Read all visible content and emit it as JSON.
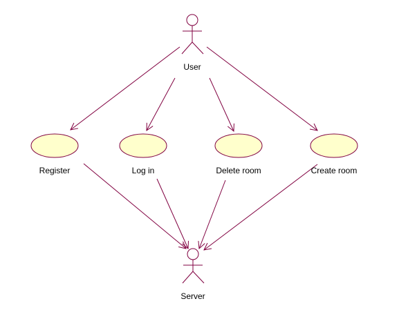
{
  "diagram": {
    "type": "use-case",
    "colors": {
      "line": "#800040",
      "usecase_fill": "#ffffcc",
      "text": "#000000"
    },
    "actors": {
      "user": {
        "name": "User",
        "icon": "stick-figure-icon"
      },
      "server": {
        "name": "Server",
        "icon": "stick-figure-icon"
      }
    },
    "use_cases": {
      "register": {
        "name": "Register"
      },
      "login": {
        "name": "Log in"
      },
      "delete_room": {
        "name": "Delete room"
      },
      "create_room": {
        "name": "Create room"
      }
    },
    "associations": [
      {
        "from": "User",
        "to": "Register"
      },
      {
        "from": "User",
        "to": "Log in"
      },
      {
        "from": "User",
        "to": "Delete room"
      },
      {
        "from": "User",
        "to": "Create room"
      },
      {
        "from": "Register",
        "to": "Server"
      },
      {
        "from": "Log in",
        "to": "Server"
      },
      {
        "from": "Delete room",
        "to": "Server"
      },
      {
        "from": "Create room",
        "to": "Server"
      }
    ]
  }
}
